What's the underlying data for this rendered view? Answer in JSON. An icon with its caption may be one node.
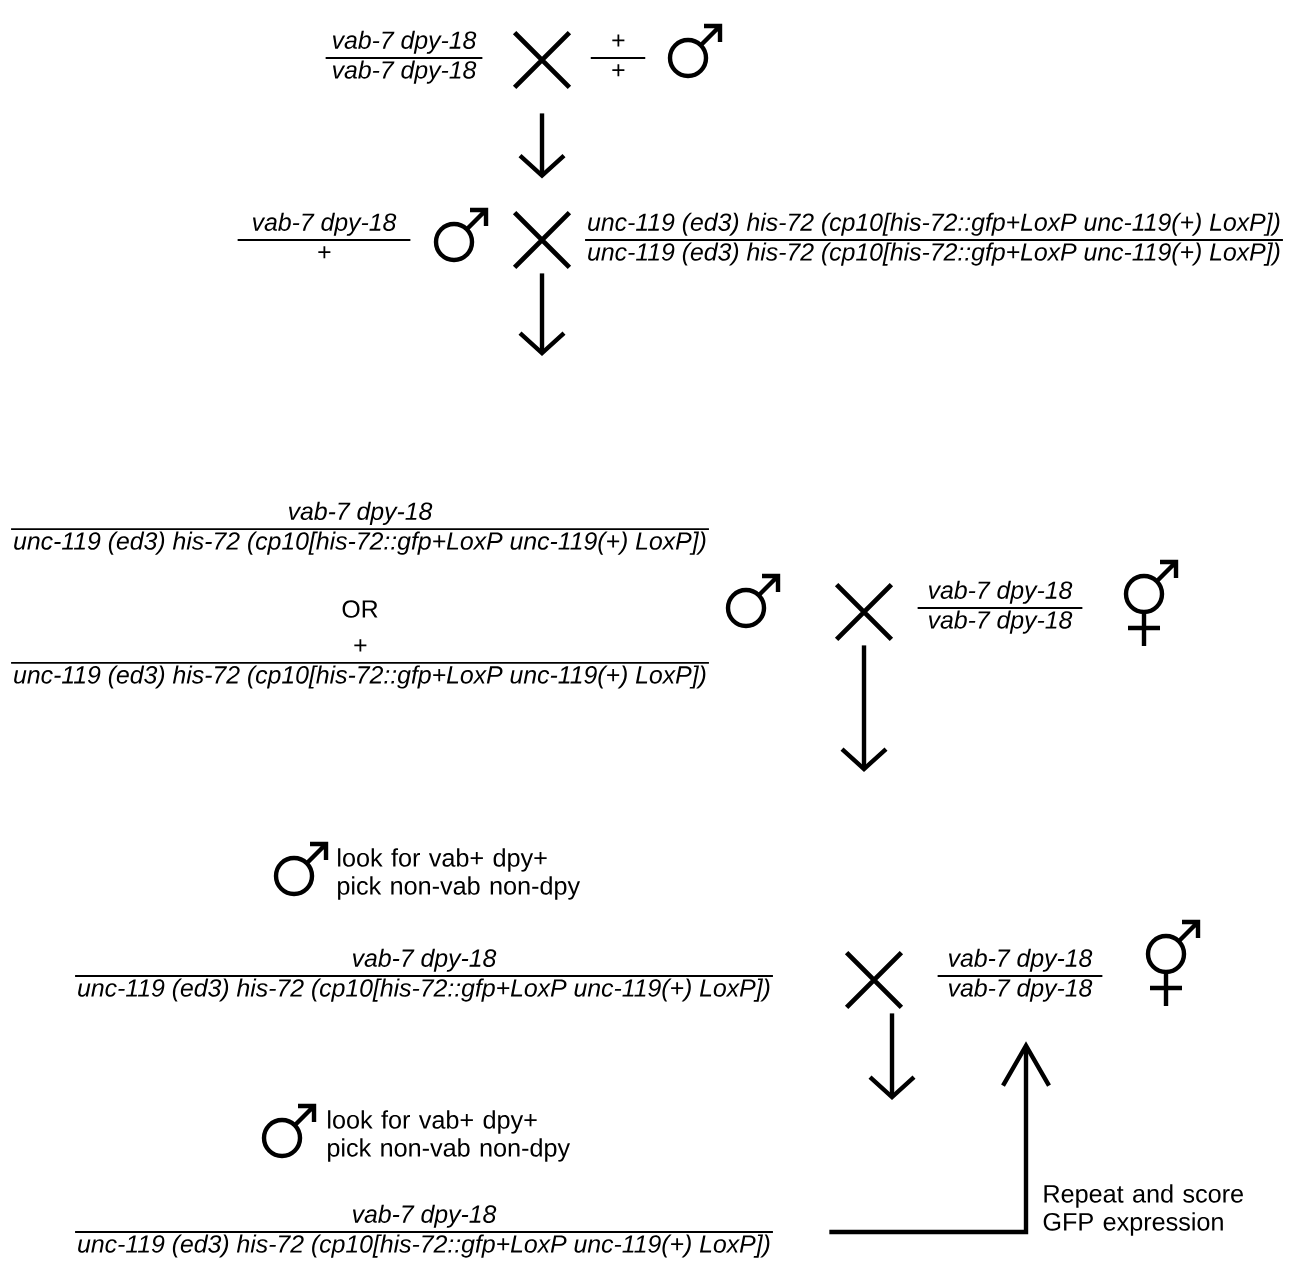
{
  "diagram": {
    "nodes": [
      {
        "text": [
          "vab-7 dpy-18",
          "vab-7 dpy-18"
        ]
      },
      {
        "text": [],
        "shape": "cross"
      },
      {
        "text": [
          "+",
          "+"
        ]
      },
      {
        "text": [
          "vab-7 dpy-18",
          "+"
        ]
      },
      {
        "text": [],
        "shape": "cross"
      },
      {
        "text": [
          "unc-119 (ed3) his-72 (cp10[his-72::gfp+LoxP unc-119(+) LoxP])",
          "unc-119 (ed3) his-72 (cp10[his-72::gfp+LoxP unc-119(+) LoxP])"
        ]
      },
      {
        "text": [
          "vab-7 dpy-18",
          "unc-119 (ed3) his-72 (cp10[his-72::gfp+LoxP unc-119(+) LoxP])",
          "OR",
          "+",
          "unc-119 (ed3) his-72 (cp10[his-72::gfp+LoxP unc-119(+) LoxP])"
        ]
      },
      {
        "text": [],
        "shape": "cross"
      },
      {
        "text": [
          "vab-7 dpy-18",
          "vab-7 dpy-18"
        ]
      },
      {
        "text": [
          "vab-7 dpy-18",
          "unc-119 (ed3) his-72 (cp10[his-72::gfp+LoxP unc-119(+) LoxP])"
        ],
        "beside": [
          "look for vab+ dpy+ pick non-vab non-dpy"
        ]
      },
      {
        "text": [],
        "shape": "cross"
      },
      {
        "text": [
          "vab-7 dpy-18",
          "vab-7 dpy-18"
        ]
      },
      {
        "text": [
          "vab-7 dpy-18",
          "unc-119 (ed3) his-72 (cp10[his-72::gfp+LoxP unc-119(+) LoxP])"
        ],
        "beside": [
          "look for vab+ dpy+ pick non-vab non-dpy"
        ]
      }
    ],
    "edges": [
      {
        "from": 1,
        "to": 4,
        "arrow": "to"
      },
      {
        "from": 4,
        "to": null,
        "arrow": "to"
      },
      {
        "from": 7,
        "to": null,
        "arrow": "to"
      },
      {
        "from": 10,
        "to": null,
        "arrow": "to"
      },
      {
        "from": 12,
        "to": 11,
        "arrow": "to",
        "label": "Repeat and score GFP expression"
      }
    ]
  }
}
